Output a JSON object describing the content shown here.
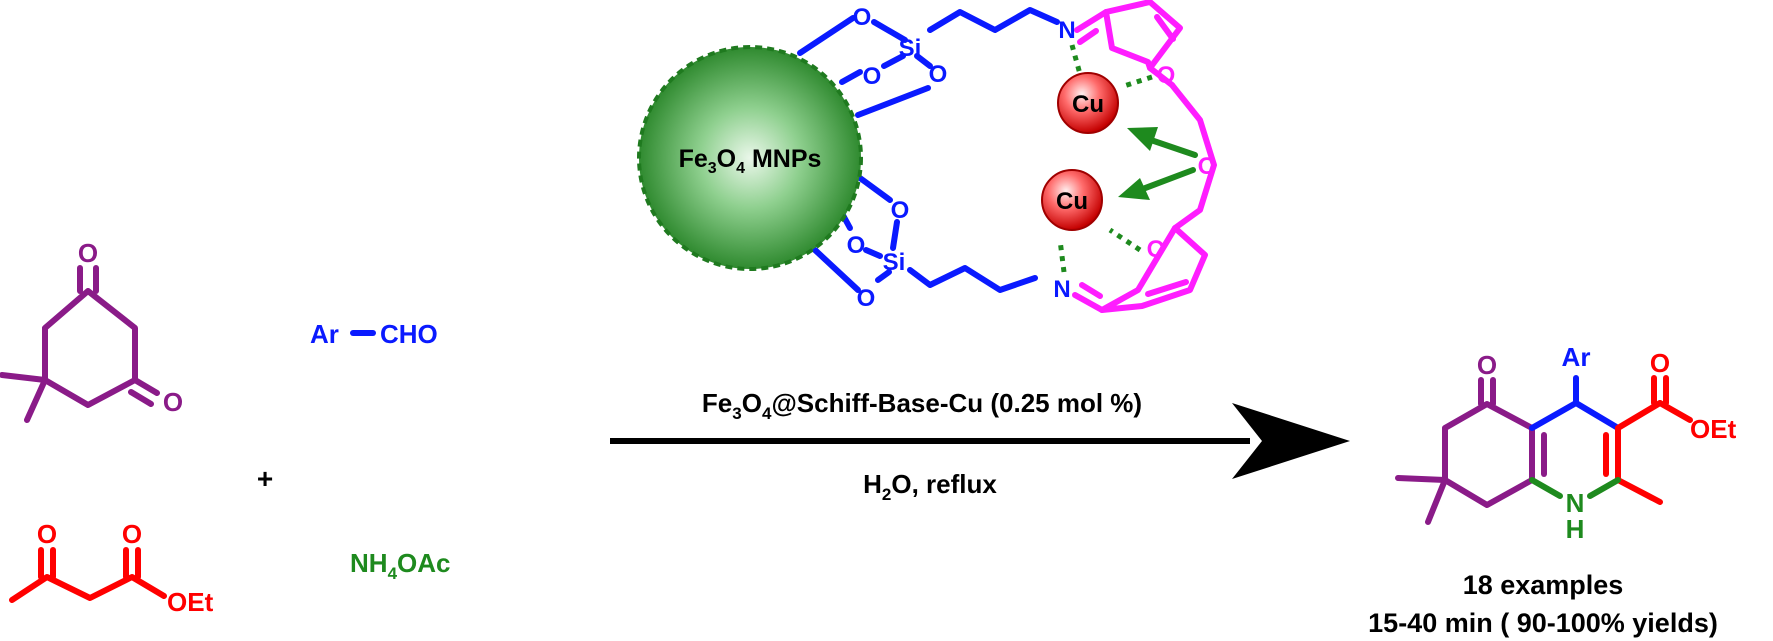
{
  "colors": {
    "purple": "#8a1b88",
    "red": "#ff0000",
    "blue": "#0a1aff",
    "magenta": "#ff1dff",
    "green": "#1e8a1e",
    "black": "#000000",
    "nanoparticle": "#4caa4c",
    "copper": "#e11a1a"
  },
  "reagents": {
    "dimedone_o_top": "O",
    "dimedone_o_right": "O",
    "ketoester_o1": "O",
    "ketoester_o2": "O",
    "ketoester_oet": "OEt",
    "aldehyde_ar": "Ar",
    "aldehyde_cho": "CHO",
    "plus": "+",
    "ammonium_nh": "NH",
    "ammonium_sub": "4",
    "ammonium_oac": "OAc"
  },
  "catalyst": {
    "mnp_fe": "Fe",
    "mnp_sub1": "3",
    "mnp_o": "O",
    "mnp_sub2": "4",
    "mnp_rest": " MNPs",
    "oxygen": "O",
    "silicon": "Si",
    "nitrogen": "N",
    "copper": "Cu"
  },
  "conditions": {
    "above_fe": "Fe",
    "above_sub1": "3",
    "above_rest": "O",
    "above_sub2": "4",
    "above_tail": "@Schiff-Base-Cu (0.25 mol %)",
    "below_h": "H",
    "below_sub": "2",
    "below_tail": "O, reflux"
  },
  "product": {
    "o_ketone": "O",
    "ar": "Ar",
    "o_ester": "O",
    "oet": "OEt",
    "n": "N",
    "h": "H",
    "examples": "18 examples",
    "yields": "15-40 min ( 90-100% yields)"
  }
}
